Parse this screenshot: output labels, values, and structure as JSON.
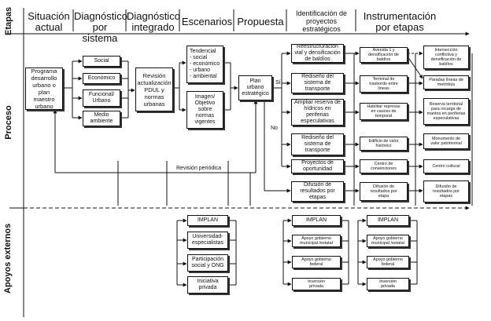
{
  "side_labels": {
    "etapas": "Etapas",
    "proceso": "Proceso",
    "apoyos": "Apoyos externos"
  },
  "headers": {
    "h1": "Situación\nactual",
    "h2": "Diagnóstico\npor sistema",
    "h3": "Diagnóstico\nintegrado",
    "h4": "Escenarios",
    "h5": "Propuesta",
    "h6": "Identificación de\nproyectos\nestratégicos",
    "h7": "Instrumentación\npor etapas"
  },
  "boxes": {
    "programa": "Programa\ndesarrollo\nurbano o plan\nmaestro\nurbano",
    "social": "Social",
    "economico": "Económico",
    "funcional": "Funcional/\nUrbano",
    "medio": "Medio\nambiente",
    "revision": "Revisión\nactualización\nPDUL y\nnormas\nurbanas",
    "tendencial": "Tendencial\n- social\n- económico\n- urbano\n- ambiental",
    "imagen": "Imagen/\nObjetivo\nsobre\nnormas\nvigentes",
    "plan": "Plan\nurbano\nestratégico",
    "p1": "Reestructuración\nvial y densificación\nde baldíos",
    "p2": "Rediseño del\nsistema de\ntransporte",
    "p3": "Ampliar reserva de\nhídricos en\nperiferias\nespeculativas",
    "p4": "Rediseño del\nsistema de\ntransporte",
    "p5": "Proyectos de\noportunidad",
    "p6": "Difusión de\nresultados por\netapas",
    "a1": "Avenida 1 y\ndensificación de\nbaldíos",
    "a2": "Terminal de\ntrasbordo entre\nlíneas",
    "a3": "Habilitar represas\nen cauces de\ntemporal",
    "a4": "Edificio de valor\nhistórico",
    "a5": "Centro de\nconvenciones",
    "a6": "Difusión de\nresultados por\netapa",
    "b1": "Intersección\nconflictiva y\ndensificación de\nbaldíos",
    "b2": "Paradas líneas de\nmetrobús",
    "b3": "Reserva territorial\npara recarga de\nmantos en periferias\nespeculativas",
    "b4": "Monumento de\nvalor patrimonial",
    "b5": "Centro cultural",
    "b6": "Difusión de\nresultados por\netapas",
    "implan1": "IMPLAN",
    "universidad": "Universidad-\nespecialistas",
    "participacion": "Participación\nsocial y ONG",
    "iniciativa": "Iniciativa\nprivada",
    "implan2": "IMPLAN",
    "gm1": "Apoyo gobierno\nmunicipal /estatal",
    "gf1": "Apoyo gobierno\nfederal",
    "inv1": "Inversión\nprivada",
    "implan3": "IMPLAN",
    "gm2": "Apoyo gobierno\nmunicipal /estatal",
    "gf2": "Apoyo gobierno\nfederal",
    "inv2": "Inversión\nprivada"
  },
  "labels": {
    "si": "Sí",
    "no": "No",
    "revision_periodica": "Revisión periódica"
  }
}
